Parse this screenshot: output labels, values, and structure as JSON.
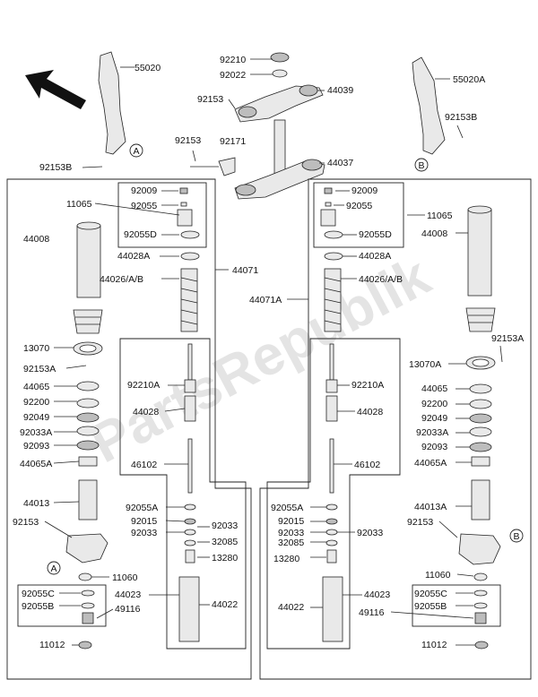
{
  "watermark": "PartsRepublik",
  "callouts": {
    "a_left": "A",
    "a_top": "A",
    "b_right": "B",
    "b_top": "B"
  },
  "labels": {
    "l55020": "55020",
    "l55020A": "55020A",
    "l92210": "92210",
    "l92022": "92022",
    "l44039": "44039",
    "l92153_top": "92153",
    "l92153B_right": "92153B",
    "l92153_mid": "92153",
    "l92171": "92171",
    "l44037": "44037",
    "l92153B_left": "92153B",
    "l92009_l": "92009",
    "l11065_l": "11065",
    "l92055_l": "92055",
    "l92055D_l": "92055D",
    "l44008_l": "44008",
    "l44028A_l": "44028A",
    "l44071": "44071",
    "l44026_l": "44026/A/B",
    "l13070": "13070",
    "l92153A_l": "92153A",
    "l92210A_l": "92210A",
    "l44065_l": "44065",
    "l44028_l": "44028",
    "l92200_l": "92200",
    "l92049_l": "92049",
    "l92033A_l": "92033A",
    "l92093_l": "92093",
    "l46102_l": "46102",
    "l44065A_l": "44065A",
    "l44013": "44013",
    "l92055A_l": "92055A",
    "l92015_l": "92015",
    "l92033a_l": "92033",
    "l92033b_l": "92033",
    "l32085_l": "32085",
    "l92153_low_l": "92153",
    "l13280_l": "13280",
    "l11060_l": "11060",
    "l92055C_l": "92055C",
    "l44023_l": "44023",
    "l92055B_l": "92055B",
    "l49116_l": "49116",
    "l44022_l": "44022",
    "l11012_l": "11012",
    "l92009_r": "92009",
    "l92055_r": "92055",
    "l11065_r": "11065",
    "l92055D_r": "92055D",
    "l44008_r": "44008",
    "l44028A_r": "44028A",
    "l44071A": "44071A",
    "l44026_r": "44026/A/B",
    "l92153A_r": "92153A",
    "l13070A": "13070A",
    "l92210A_r": "92210A",
    "l44065_r": "44065",
    "l44028_r": "44028",
    "l92200_r": "92200",
    "l92049_r": "92049",
    "l92033A_r": "92033A",
    "l92093_r": "92093",
    "l46102_r": "46102",
    "l44065A_r": "44065A",
    "l92055A_r": "92055A",
    "l44013A": "44013A",
    "l92015_r": "92015",
    "l92033a_r": "92033",
    "l92033b_r": "92033",
    "l92153_low_r": "92153",
    "l32085_r": "32085",
    "l13280_r": "13280",
    "l11060_r": "11060",
    "l44022_r": "44022",
    "l44023_r": "44023",
    "l92055C_r": "92055C",
    "l49116_r": "49116",
    "l92055B_r": "92055B",
    "l11012_r": "11012"
  }
}
